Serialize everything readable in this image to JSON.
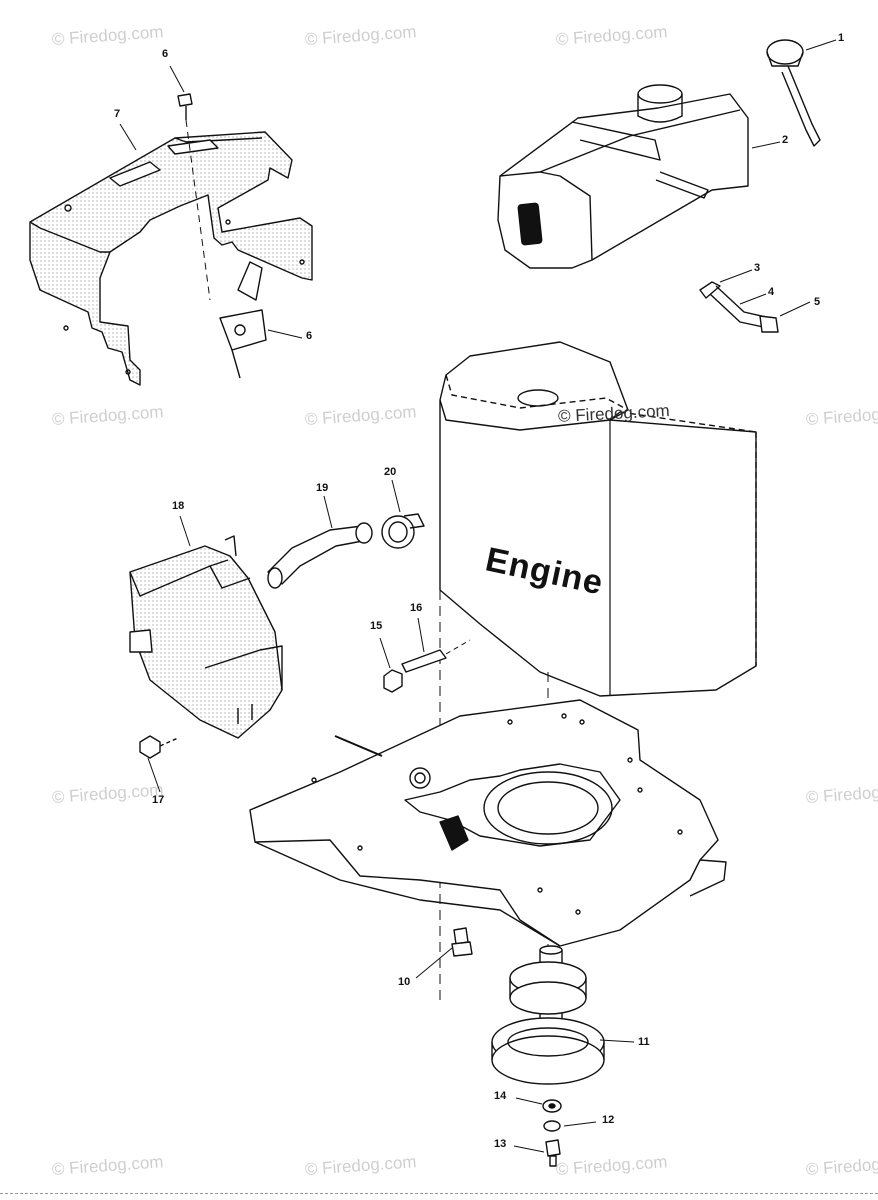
{
  "watermark": {
    "text": "© Firedog.com",
    "main_text": "© Firedog.com"
  },
  "diagram": {
    "engine_label": "Engine",
    "callouts": {
      "c1": "1",
      "c2": "2",
      "c3": "3",
      "c4": "4",
      "c5": "5",
      "c6a": "6",
      "c6b": "6",
      "c7": "7",
      "c10": "10",
      "c11": "11",
      "c12": "12",
      "c13": "13",
      "c14": "14",
      "c15": "15",
      "c16": "16",
      "c17": "17",
      "c18": "18",
      "c19": "19",
      "c20": "20"
    }
  }
}
